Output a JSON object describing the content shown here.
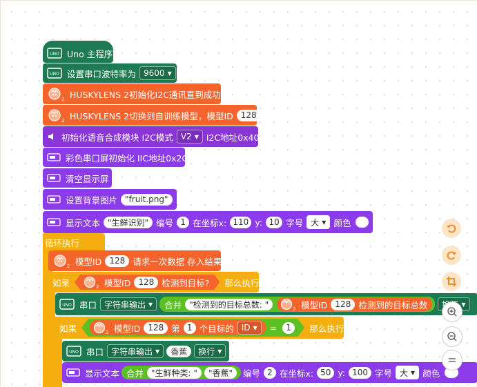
{
  "colors": {
    "uno_green": "#1e7a53",
    "husky_orange": "#f5642d",
    "voice_purple": "#8a36d6",
    "screen_purple": "#8c3bea",
    "control_yellow": "#f5ae10",
    "operator_green": "#5cbf24"
  },
  "program": {
    "main": "Uno 主程序",
    "serial_baud_label": "设置串口波特率为",
    "serial_baud_value": "9600",
    "husky_init": "HUSKYLENS 2初始化I2C通讯直到成功",
    "husky_switch_label": "HUSKYLENS 2切换到自训练模型，模型ID",
    "husky_switch_id": "128",
    "voice_init_label": "初始化语音合成模块 I2C模式",
    "voice_mode": "V2",
    "voice_addr": "I2C地址0x40",
    "screen_init": "彩色串口屏初始化 IIC地址0x2C",
    "screen_clear": "清空显示屏",
    "bg_label": "设置背景图片",
    "bg_value": "\"fruit.png\"",
    "show1": {
      "label": "显示文本",
      "text": "\"生鲜识别\"",
      "num_label": "编号",
      "num": "1",
      "pos_label": "在坐标x:",
      "x": "110",
      "y_label": "y:",
      "y": "10",
      "size_label": "字号",
      "size": "大",
      "color_label": "颜色"
    },
    "loop": "循环执行",
    "request": {
      "model_label": "模型ID",
      "model_id": "128",
      "text": "请求一次数据 存入结果"
    },
    "if1": {
      "if_label": "如果",
      "model_label": "模型ID",
      "model_id": "128",
      "cond": "检测到目标?",
      "then": "那么执行"
    },
    "serial1": {
      "label": "串口",
      "mode": "字符串输出",
      "join": "合并",
      "text": "\"检测到的目标总数: \"",
      "model_label": "模型ID",
      "model_id": "128",
      "tail": "检测到的目标总数",
      "newline": "换行"
    },
    "if2": {
      "if_label": "如果",
      "model_label": "模型ID",
      "model_id": "128",
      "nth_label": "第",
      "nth": "1",
      "target_label": "个目标的",
      "field": "ID",
      "eq": "=",
      "value": "1",
      "then": "那么执行"
    },
    "serial2": {
      "label": "串口",
      "mode": "字符串输出",
      "text": "香蕉",
      "newline": "换行"
    },
    "show2": {
      "label": "显示文本",
      "join": "合并",
      "text_a": "\"生鲜种类: \"",
      "text_b": "\"香蕉\"",
      "num_label": "编号",
      "num": "2",
      "pos_label": "在坐标x:",
      "x": "50",
      "y_label": "y:",
      "y": "100",
      "size_label": "字号",
      "size": "大",
      "color_label": "颜色"
    }
  },
  "controls": [
    "undo-icon",
    "redo-icon",
    "crop-icon",
    "zoom-in-icon",
    "zoom-out-icon",
    "reset-zoom-icon"
  ]
}
